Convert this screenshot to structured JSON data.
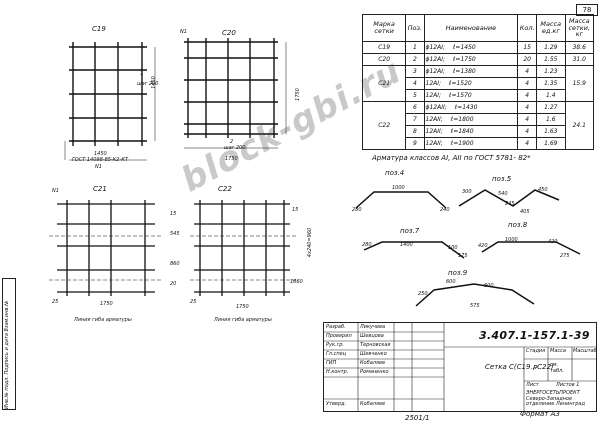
{
  "page_number": "78",
  "table": {
    "headers": [
      "Марка сетки",
      "Поз.",
      "Наименование",
      "Кол.",
      "Масса ед.кг",
      "Масса сетки, кг"
    ],
    "rows": [
      {
        "mark": "С19",
        "pos": "1",
        "name": "ϕ12AI;",
        "len": "ℓ=1450",
        "qty": "15",
        "mass_unit": "1.29",
        "mass_total": "38.6"
      },
      {
        "mark": "С20",
        "pos": "2",
        "name": "ϕ12AI;",
        "len": "ℓ=1750",
        "qty": "20",
        "mass_unit": "1.55",
        "mass_total": "31.0"
      },
      {
        "mark": "",
        "pos": "3",
        "name": "ϕ12AI;",
        "len": "ℓ=1380",
        "qty": "4",
        "mass_unit": "1.23",
        "mass_total": ""
      },
      {
        "mark": "С21",
        "pos": "4",
        "name": "12AI;",
        "len": "ℓ=1520",
        "qty": "4",
        "mass_unit": "1.35",
        "mass_total": "15.9"
      },
      {
        "mark": "",
        "pos": "5",
        "name": "12AI;",
        "len": "ℓ=1570",
        "qty": "4",
        "mass_unit": "1.4",
        "mass_total": ""
      },
      {
        "mark": "",
        "pos": "6",
        "name": "ϕ12AII;",
        "len": "ℓ=1430",
        "qty": "4",
        "mass_unit": "1.27",
        "mass_total": ""
      },
      {
        "mark": "С22",
        "pos": "7",
        "name": "12AII;",
        "len": "ℓ=1800",
        "qty": "4",
        "mass_unit": "1.6",
        "mass_total": "24.1"
      },
      {
        "mark": "",
        "pos": "8",
        "name": "12AII;",
        "len": "ℓ=1840",
        "qty": "4",
        "mass_unit": "1.63",
        "mass_total": ""
      },
      {
        "mark": "",
        "pos": "9",
        "name": "12AII;",
        "len": "ℓ=1900",
        "qty": "4",
        "mass_unit": "1.69",
        "mass_total": ""
      }
    ]
  },
  "note": "Арматура классов AI, AII по ГОСТ 5781- 82*",
  "meshes": {
    "c19": {
      "title": "С19",
      "dim_h": "1450",
      "dim_w": "1450",
      "note": "ГОСТ 14098-85-К2-КТ",
      "pos": "1",
      "step": "шаг 200",
      "n1": "N1"
    },
    "c20": {
      "title": "С20",
      "dim_h": "1750",
      "dim_w": "1750",
      "pos": "2",
      "step": "шаг 200",
      "n1": "N1"
    },
    "c21": {
      "title": "С21",
      "n1": "N1",
      "label": "Линия гиба арматуры",
      "dims": [
        "545",
        "15",
        "860",
        "20",
        "1750",
        "25"
      ]
    },
    "c22": {
      "title": "С22",
      "label": "Линия гиба арматуры",
      "dims": [
        "4x240=960",
        "1660",
        "1750",
        "25",
        "15"
      ]
    }
  },
  "positions": [
    {
      "name": "поз.4",
      "dims": [
        "1000",
        "280",
        "240"
      ]
    },
    {
      "name": "поз.5",
      "dims": [
        "300",
        "540",
        "450",
        "245",
        "405"
      ]
    },
    {
      "name": "поз.7",
      "dims": [
        "280",
        "1400",
        "100",
        "175"
      ]
    },
    {
      "name": "поз.8",
      "dims": [
        "420",
        "1000",
        "420",
        "275"
      ]
    },
    {
      "name": "поз.9",
      "dims": [
        "250",
        "600",
        "600",
        "575"
      ]
    }
  ],
  "title_block": {
    "code": "3.407.1-157.1-39",
    "title": "Сетка С(С19...С22)",
    "roles": [
      {
        "role": "Разраб.",
        "name": "Ликучева"
      },
      {
        "role": "Проверил",
        "name": "Шевцова"
      },
      {
        "role": "Рук.гр.",
        "name": "Терновская"
      },
      {
        "role": "Гл.спец",
        "name": "Шевченко"
      },
      {
        "role": "ГИП",
        "name": "Кобаляев"
      },
      {
        "role": "Н.контр.",
        "name": "Романенко"
      }
    ],
    "bottom_role": {
      "role": "Утверд.",
      "name": "Кобаляев"
    },
    "stage_header": "Стадия",
    "sheet_header": "Лист",
    "sheets_header": "Листов",
    "stage": "Р",
    "sheet_label": "Лист",
    "sheets_label": "Листов 1",
    "sheet_ref": "см. табл.",
    "org": "ЭНЕРГОСЕТЬПРОЕКТ Северо-Западное отделение Ленинград",
    "mass_header": "Масса",
    "scale_header": "Масштаб"
  },
  "sidebar_text": "Инв.№ подл. Подпись и дата Взам.инв.№",
  "footer": "2501/1",
  "format": "Формат А3",
  "watermark": "block-gbi.ru"
}
